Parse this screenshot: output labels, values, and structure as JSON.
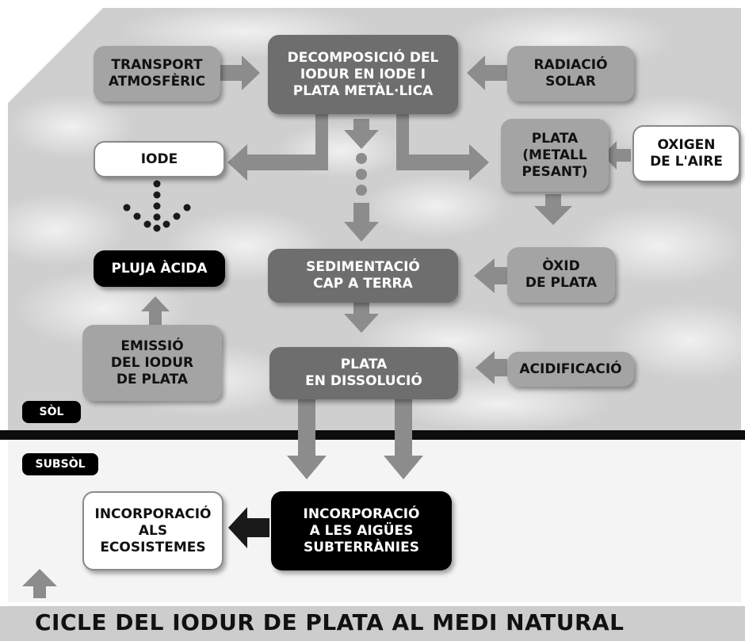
{
  "title": "CICLE DEL IODUR DE PLATA AL MEDI NATURAL",
  "layers": {
    "soil": "SÒL",
    "subsoil": "SUBSÒL"
  },
  "nodes": {
    "transport": "TRANSPORT\nATMOSFÈRIC",
    "decomposition": "DECOMPOSICIÓ DEL\nIODUR EN IODE I\nPLATA METÀL·LICA",
    "solar": "RADIACIÓ\nSOLAR",
    "iode": "IODE",
    "silver": "PLATA\n(METALL\nPESANT)",
    "oxygen": "OXIGEN\nDE L'AIRE",
    "acid_rain": "PLUJA ÀCIDA",
    "sedimentation": "SEDIMENTACIÓ\nCAP A TERRA",
    "oxide": "ÒXID\nDE PLATA",
    "emission": "EMISSIÓ\nDEL IODUR\nDE PLATA",
    "dissolution": "PLATA\nEN DISSOLUCIÓ",
    "acidification": "ACIDIFICACIÓ",
    "groundwater": "INCORPORACIÓ\nA LES AIGÜES\nSUBTERRÀNIES",
    "ecosystems": "INCORPORACIÓ\nALS\nECOSISTEMES"
  },
  "colors": {
    "arrow": "#8c8c8c",
    "arrow_dark": "#1a1a1a",
    "box_dark": "#6e6e6e",
    "box_light": "#a4a4a4"
  }
}
